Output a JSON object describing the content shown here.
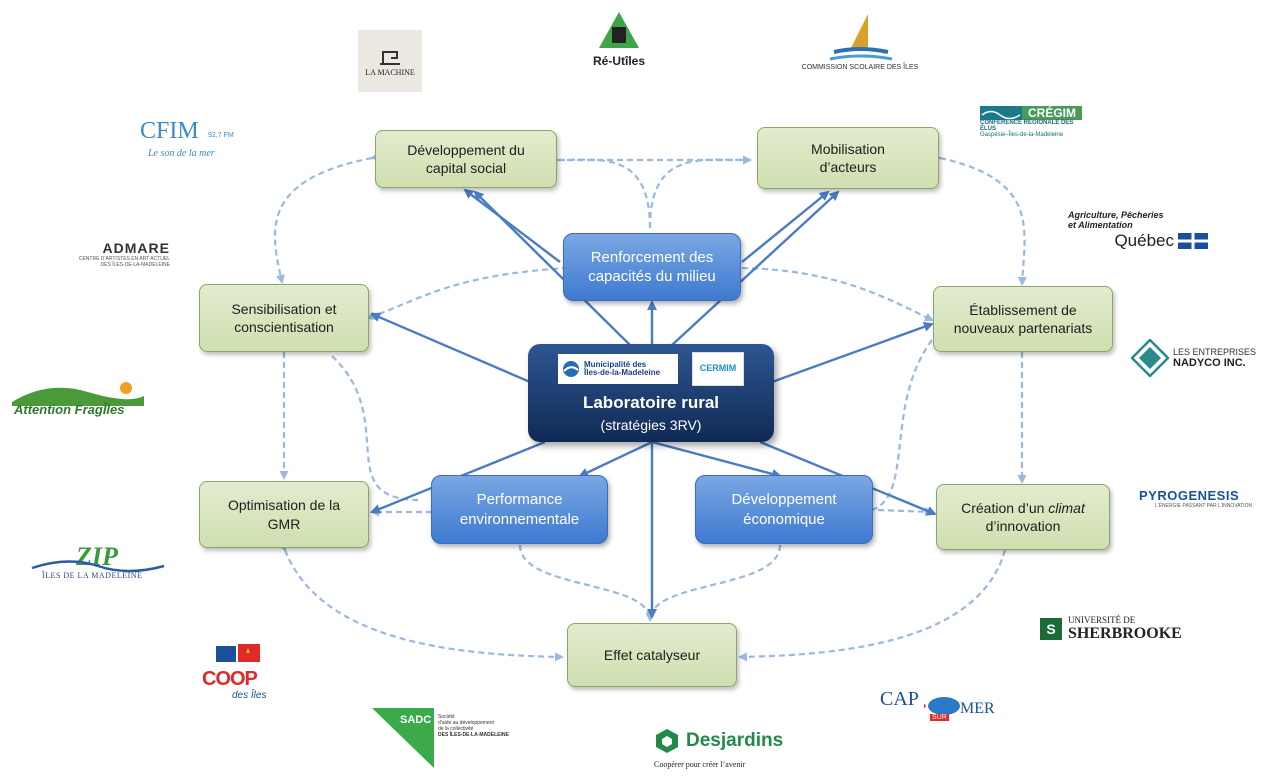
{
  "nodes": {
    "capital_social": [
      "Développement du",
      "capital social"
    ],
    "mobilisation": [
      "Mobilisation",
      "d’acteurs"
    ],
    "sensibilisation": [
      "Sensibilisation et",
      "conscientisation"
    ],
    "partenariats": [
      "Établissement de",
      "nouveaux partenariats"
    ],
    "gmr": [
      "Optimisation de la",
      "GMR"
    ],
    "climat": {
      "pre": "Création d’un ",
      "em": "climat",
      "line2": "d’innovation"
    },
    "catalyseur": "Effet catalyseur",
    "renforcement": [
      "Renforcement des",
      "capacités du milieu"
    ],
    "performance": [
      "Performance",
      "environnementale"
    ],
    "developpement_eco": [
      "Développement",
      "économique"
    ],
    "center": {
      "title": "Laboratoire rural",
      "subtitle": "(stratégies 3RV)",
      "logo1": [
        "Municipalité des",
        "Îles-de-la-Madeleine"
      ],
      "logo2": "CERMIM"
    }
  },
  "logos": {
    "la_machine": "LA MACHINE",
    "reutiles": "Ré-Utîles",
    "commission": "COMMISSION SCOLAIRE DES ÎLES",
    "cfim": {
      "name": "CFIM",
      "freq": "92,7 FM",
      "tagline": "Le son de la mer"
    },
    "cregim": {
      "name": "CRÉGIM",
      "line1": "CONFÉRENCE RÉGIONALE DES ÉLUS",
      "line2": "Gaspésie–Îles-de-la-Madeleine"
    },
    "admare": {
      "name": "ADMARE",
      "line1": "CENTRE D’ARTISTES EN ART ACTUEL",
      "line2": "DES ÎLES-DE-LA-MADELEINE"
    },
    "quebec": {
      "line1": "Agriculture, Pêcheries",
      "line2": "et Alimentation",
      "name": "Québec"
    },
    "nadyco": {
      "line1": "LES ENTREPRISES",
      "line2": "NADYCO INC."
    },
    "attention": "Attention FragÎles",
    "pyrogenesis": {
      "name": "PYROGENESIS",
      "tagline": "L’ÉNERGIE PASSANT PAR L’INNOVATION"
    },
    "zip": {
      "name": "ZIP",
      "line": "ÎLES DE LA MADELEINE"
    },
    "sherbrooke": {
      "line1": "UNIVERSITÉ DE",
      "line2": "SHERBROOKE"
    },
    "coop": {
      "name": "COOP",
      "line": "des Îles"
    },
    "sadc": {
      "name": "SADC",
      "line1": "Société",
      "line2": "d’aide au développement",
      "line3": "de la collectivité",
      "line4": "DES ÎLES-DE-LA-MADELEINE"
    },
    "desjardins": {
      "name": "Desjardins",
      "tagline": "Coopérer pour créer l’avenir"
    },
    "capsurmer": {
      "a": "CAP",
      "b": "SUR",
      "c": "MER"
    }
  },
  "colors": {
    "arrow": "#4a7cc4",
    "dashed": "#9ab8e0",
    "green_border": "#8aa46a",
    "blue_node": "#4a80d4",
    "dark_node": "#1a3766"
  }
}
